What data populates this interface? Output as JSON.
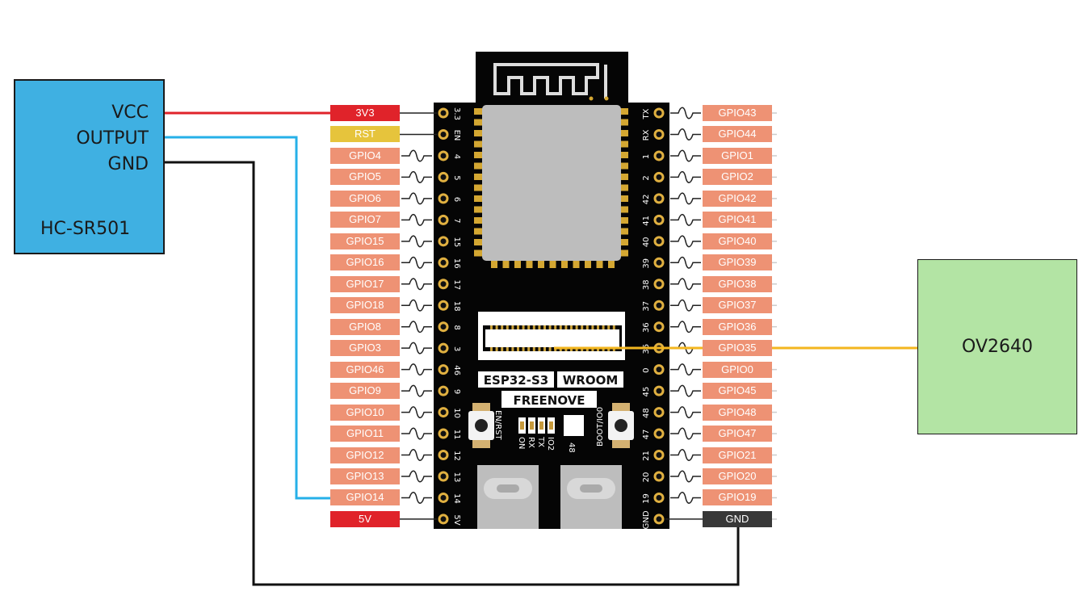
{
  "sensor": {
    "name": "HC-SR501",
    "pins": {
      "vcc": "VCC",
      "output": "OUTPUT",
      "gnd": "GND"
    }
  },
  "camera": {
    "name": "OV2640"
  },
  "board": {
    "chip_label": "ESP32-S3",
    "module_label": "WROOM",
    "brand": "FREENOVE",
    "button_left": "EN/RST",
    "button_right": "BOOT/IO0",
    "led_labels": [
      "ON",
      "RX",
      "TX",
      "IO2"
    ],
    "rgb_label": "48",
    "left_silk": [
      "3.3",
      "EN",
      "4",
      "5",
      "6",
      "7",
      "15",
      "16",
      "17",
      "18",
      "8",
      "3",
      "46",
      "9",
      "10",
      "11",
      "12",
      "13",
      "14",
      "5V"
    ],
    "right_silk": [
      "TX",
      "RX",
      "1",
      "2",
      "42",
      "41",
      "40",
      "39",
      "38",
      "37",
      "36",
      "35",
      "0",
      "45",
      "48",
      "47",
      "21",
      "20",
      "19",
      "GND"
    ]
  },
  "left_pins": [
    "3V3",
    "RST",
    "GPIO4",
    "GPIO5",
    "GPIO6",
    "GPIO7",
    "GPIO15",
    "GPIO16",
    "GPIO17",
    "GPIO18",
    "GPIO8",
    "GPIO3",
    "GPIO46",
    "GPIO9",
    "GPIO10",
    "GPIO11",
    "GPIO12",
    "GPIO13",
    "GPIO14",
    "5V"
  ],
  "right_pins": [
    "GPIO43",
    "GPIO44",
    "GPIO1",
    "GPIO2",
    "GPIO42",
    "GPIO41",
    "GPIO40",
    "GPIO39",
    "GPIO38",
    "GPIO37",
    "GPIO36",
    "GPIO35",
    "GPIO0",
    "GPIO45",
    "GPIO48",
    "GPIO47",
    "GPIO21",
    "GPIO20",
    "GPIO19",
    "GND"
  ],
  "colors": {
    "gpio_label": "#ee9274",
    "power_label": "#e0232a",
    "reset_label": "#e6c43c",
    "gnd_label": "#383838",
    "vcc_wire": "#e0232a",
    "output_wire": "#26b0e8",
    "gnd_wire": "#111111",
    "camera_wire": "#f3b61f",
    "board": "#050505",
    "module_shield": "#bdbdbd"
  }
}
